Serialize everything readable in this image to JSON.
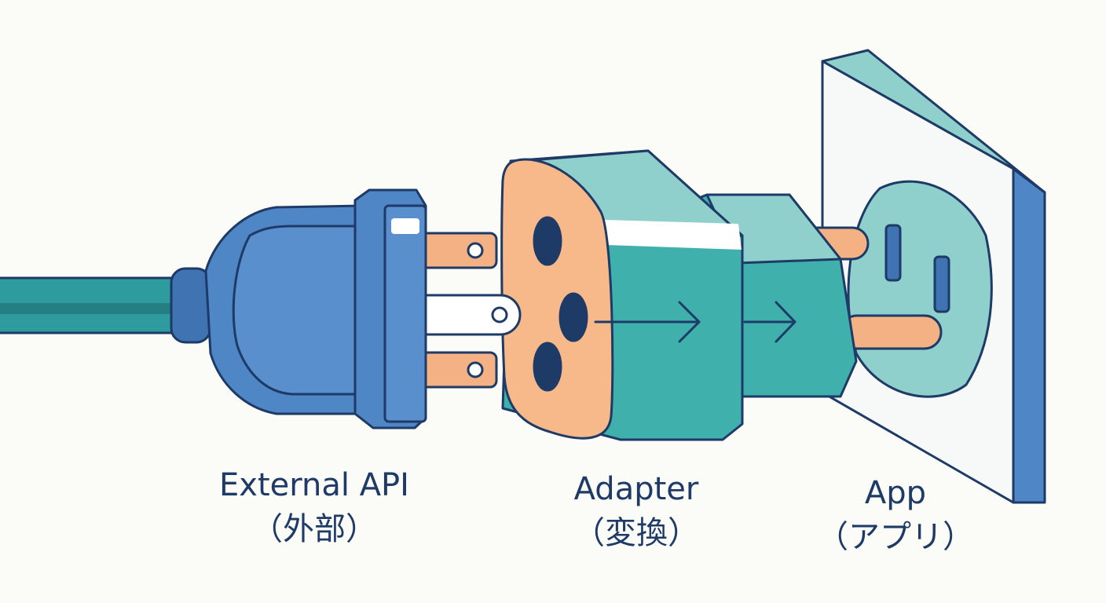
{
  "labels": {
    "external_api": {
      "name": "External API",
      "sub": "（外部）"
    },
    "adapter": {
      "name": "Adapter",
      "sub": "（変換）"
    },
    "app": {
      "name": "App",
      "sub": "（アプリ）"
    }
  },
  "colors": {
    "outline": "#1e3a66",
    "plug_blue": "#5a8fce",
    "cable_teal": "#2e9b9e",
    "adapter_teal": "#3fb0ac",
    "adapter_light": "#8fd0cc",
    "adapter_face": "#f7b88a",
    "prong_orange": "#f4b183",
    "socket_plate": "#f7f9f8",
    "socket_teal": "#8fd0cc"
  },
  "icons": {
    "plug": "power-plug-icon",
    "adapter": "adapter-icon",
    "socket": "wall-socket-icon",
    "arrow": "arrow-right-icon"
  }
}
